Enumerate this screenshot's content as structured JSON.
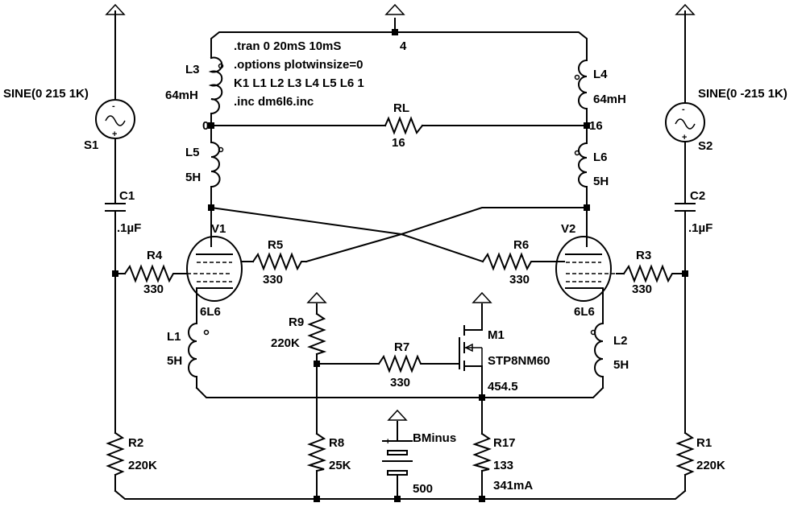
{
  "directives": [
    ".tran 0 20mS 10mS",
    ".options plotwinsize=0",
    "K1 L1 L2 L3 L4 L5 L6 1",
    ".inc dm6l6.inc"
  ],
  "nodes": {
    "top": "4",
    "left": "0",
    "right": "16"
  },
  "sources": {
    "s1": {
      "name": "S1",
      "value": "SINE(0 215 1K)"
    },
    "s2": {
      "name": "S2",
      "value": "SINE(0 -215 1K)"
    },
    "bminus": {
      "name": "BMinus",
      "value": "500"
    }
  },
  "capacitors": {
    "c1": {
      "name": "C1",
      "value": ".1µF"
    },
    "c2": {
      "name": "C2",
      "value": ".1µF"
    }
  },
  "inductors": {
    "l1": {
      "name": "L1",
      "value": "5H"
    },
    "l2": {
      "name": "L2",
      "value": "5H"
    },
    "l3": {
      "name": "L3",
      "value": "64mH"
    },
    "l4": {
      "name": "L4",
      "value": "64mH"
    },
    "l5": {
      "name": "L5",
      "value": "5H"
    },
    "l6": {
      "name": "L6",
      "value": "5H"
    }
  },
  "resistors": {
    "rl": {
      "name": "RL",
      "value": "16"
    },
    "r1": {
      "name": "R1",
      "value": "220K"
    },
    "r2": {
      "name": "R2",
      "value": "220K"
    },
    "r3": {
      "name": "R3",
      "value": "330"
    },
    "r4": {
      "name": "R4",
      "value": "330"
    },
    "r5": {
      "name": "R5",
      "value": "330"
    },
    "r6": {
      "name": "R6",
      "value": "330"
    },
    "r7": {
      "name": "R7",
      "value": "330"
    },
    "r8": {
      "name": "R8",
      "value": "25K"
    },
    "r9": {
      "name": "R9",
      "value": "220K"
    },
    "r17": {
      "name": "R17",
      "value": "133",
      "current": "341mA"
    }
  },
  "tubes": {
    "v1": {
      "name": "V1",
      "model": "6L6"
    },
    "v2": {
      "name": "V2",
      "model": "6L6"
    }
  },
  "mosfet": {
    "name": "M1",
    "model": "STP8NM60",
    "voltage": "454.5"
  },
  "polarity": {
    "plus": "+",
    "minus": "-"
  }
}
